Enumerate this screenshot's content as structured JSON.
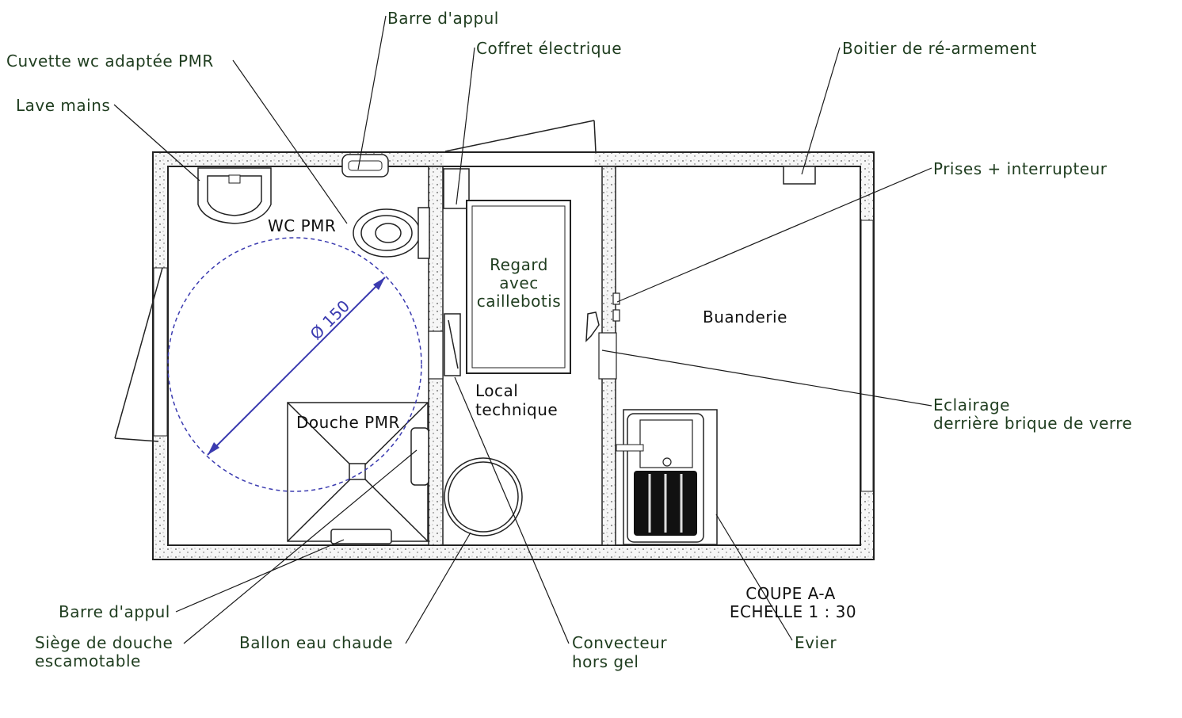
{
  "labels": {
    "barre_appui_top": "Barre d'appul",
    "coffret": "Coffret électrique",
    "boitier": "Boitier de ré-armement",
    "cuvette": "Cuvette wc adaptée PMR",
    "lave_mains": "Lave mains",
    "prises": "Prises + interrupteur",
    "eclairage_1": "Eclairage",
    "eclairage_2": "derrière brique de verre",
    "barre_appui_bottom": "Barre d'appul",
    "siege_1": "Siège de douche",
    "siege_2": "escamotable",
    "ballon": "Ballon eau chaude",
    "convecteur_1": "Convecteur",
    "convecteur_2": "hors gel",
    "evier": "Evier"
  },
  "rooms": {
    "wc": "WC PMR",
    "douche": "Douche PMR",
    "regard_1": "Regard",
    "regard_2": "avec",
    "regard_3": "caillebotis",
    "local_1": "Local",
    "local_2": "technique",
    "buanderie": "Buanderie"
  },
  "dimension": "Ø 150",
  "caption": {
    "line1": "COUPE A-A",
    "line2": "ECHELLE 1 : 30"
  },
  "colors": {
    "label_text": "#1f3d1f",
    "dimension": "#3b3bb0"
  }
}
